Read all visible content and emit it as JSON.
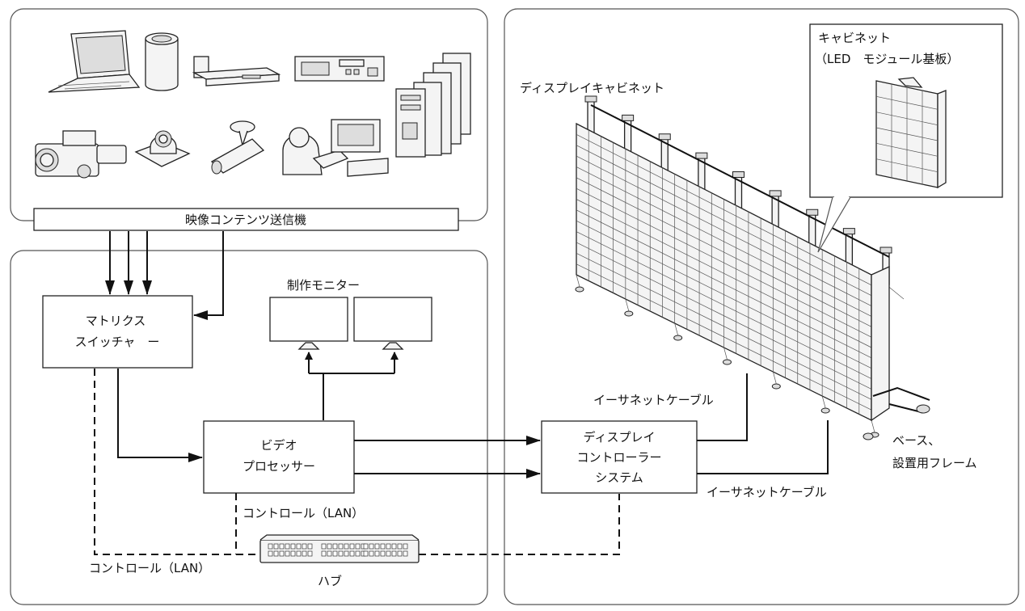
{
  "labels": {
    "transmitter": "映像コンテンツ送信機",
    "matrix_line1": "マトリクス",
    "matrix_line2": "スイッチャ　ー",
    "monitor": "制作モニター",
    "processor_line1": "ビデオ",
    "processor_line2": "プロセッサー",
    "control_lan_1": "コントロール（LAN）",
    "control_lan_2": "コントロール（LAN）",
    "hub": "ハブ",
    "controller_line1": "ディスプレイ",
    "controller_line2": "コントローラー",
    "controller_line3": "システム",
    "ethernet_1": "イーサネットケーブル",
    "ethernet_2": "イーサネットケーブル",
    "display_cabinet": "ディスプレイキャビネット",
    "cabinet_line1": "キャビネット",
    "cabinet_line2": "（LED　モジュール基板）",
    "base_line1": "ベース、",
    "base_line2": "設置用フレーム"
  },
  "icons": {
    "sources": [
      "laptop-icon",
      "cylinder-pc-icon",
      "player-icon",
      "rack-recorder-icon",
      "server-rack-icon",
      "camcorder-icon",
      "ptz-camera-icon",
      "box-camera-icon",
      "operator-icon"
    ]
  }
}
